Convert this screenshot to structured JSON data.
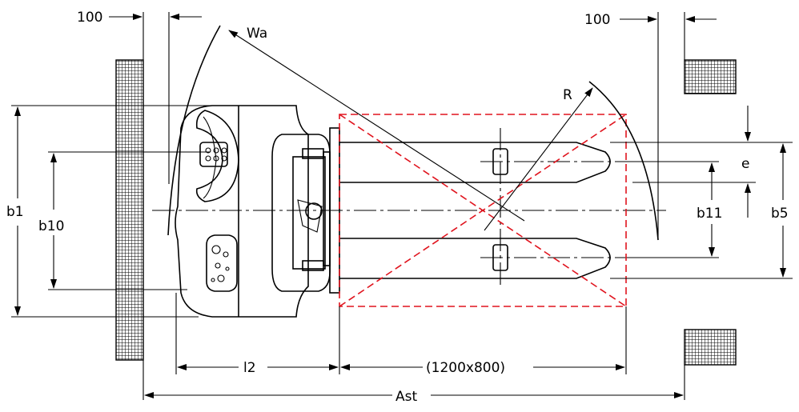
{
  "diagram": {
    "labels": {
      "clearance_left": "100",
      "clearance_right": "100",
      "wa": "Wa",
      "r": "R",
      "b1": "b1",
      "b10": "b10",
      "b11": "b11",
      "b5": "b5",
      "e": "e",
      "l2": "l2",
      "pallet": "(1200x800)",
      "ast": "Ast"
    },
    "colors": {
      "line": "#000000",
      "pallet_outline": "#e0141e"
    }
  }
}
